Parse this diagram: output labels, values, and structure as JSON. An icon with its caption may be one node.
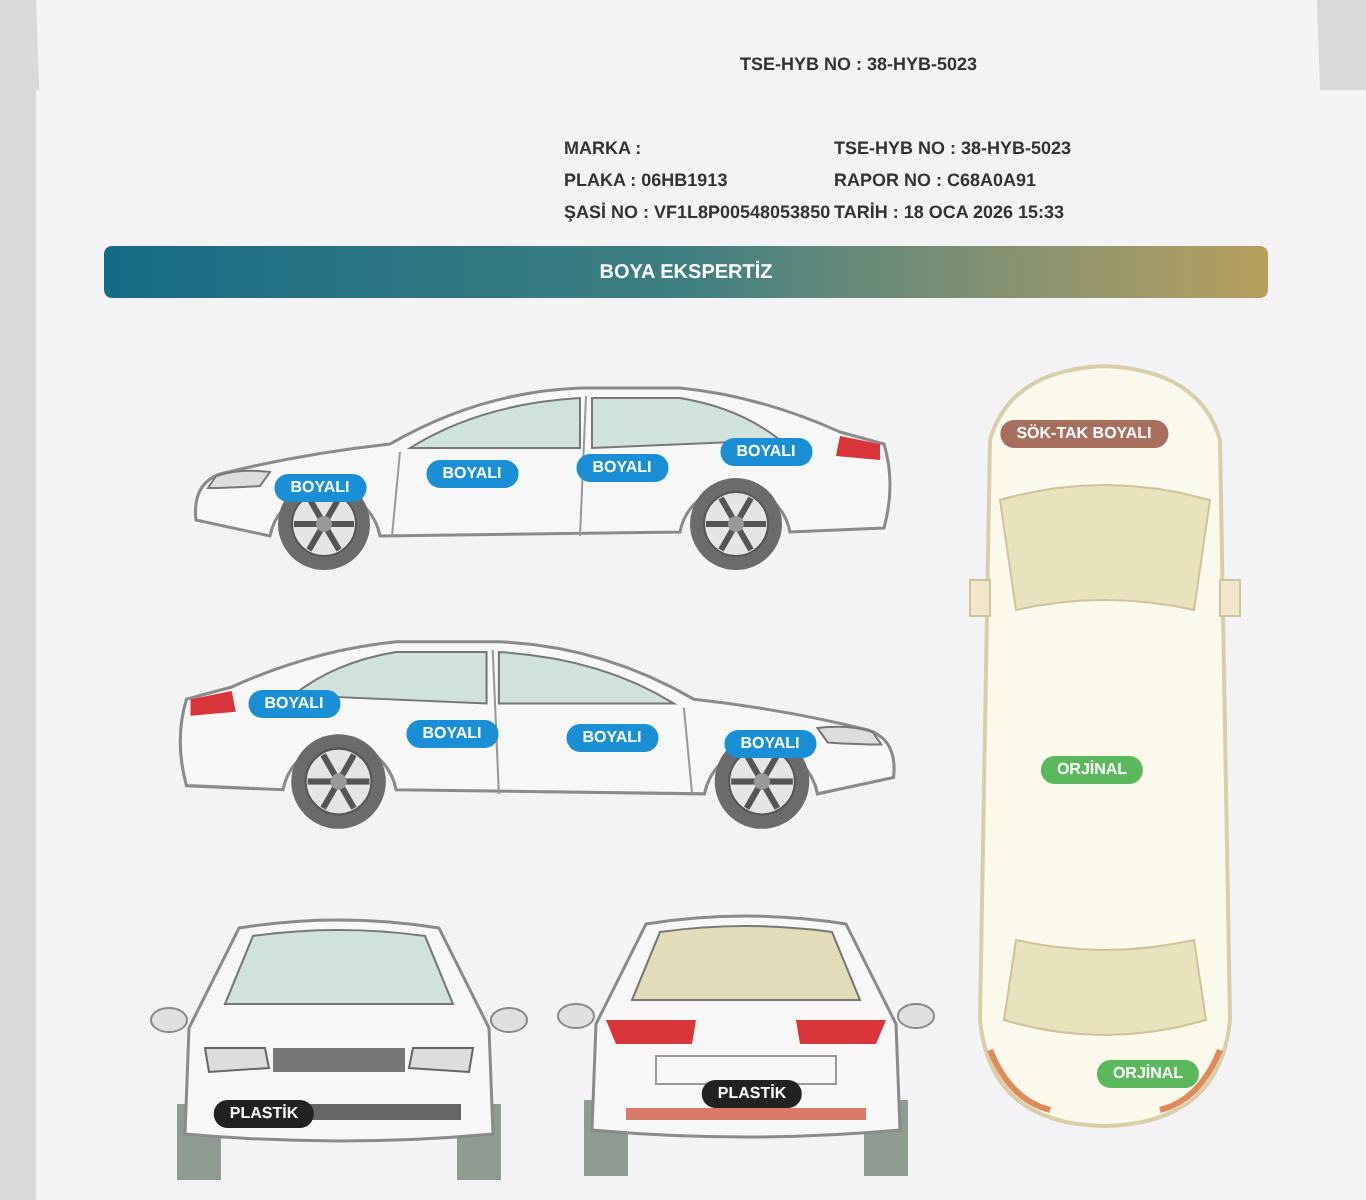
{
  "diagram": {
    "title": "BOYA EKSPERTİZ",
    "nodes": [
      {
        "text": [],
        "shape": "picture"
      },
      {
        "text": [
          "BOYALI"
        ],
        "in": 0
      },
      {
        "text": [
          "BOYALI"
        ],
        "in": 0
      },
      {
        "text": [
          "BOYALI"
        ],
        "in": 0
      },
      {
        "text": [
          "BOYALI"
        ],
        "in": 0
      },
      {
        "text": [],
        "shape": "picture"
      },
      {
        "text": [
          "BOYALI"
        ],
        "in": 5
      },
      {
        "text": [
          "BOYALI"
        ],
        "in": 5
      },
      {
        "text": [
          "BOYALI"
        ],
        "in": 5
      },
      {
        "text": [
          "BOYALI"
        ],
        "in": 5
      },
      {
        "text": [],
        "shape": "picture"
      },
      {
        "text": [
          "PLASTİK"
        ],
        "in": 10
      },
      {
        "text": [],
        "shape": "picture"
      },
      {
        "text": [
          "PLASTİK"
        ],
        "in": 12
      },
      {
        "text": [],
        "shape": "picture"
      },
      {
        "text": [
          "SÖK-TAK BOYALI"
        ],
        "in": 14
      },
      {
        "text": [
          "ORJİNAL"
        ],
        "in": 14
      },
      {
        "text": [
          "ORJİNAL"
        ],
        "in": 14
      }
    ],
    "labels": [
      "TSE-HYB NO : 38-HYB-5023",
      "MARKA :",
      "TSE-HYB NO : 38-HYB-5023",
      "PLAKA : 06HB1913",
      "RAPOR NO : C68A0A91",
      "ŞASİ NO : VF1L8P00548053850",
      "TARİH : 18 OCA 2026 15:33"
    ]
  }
}
